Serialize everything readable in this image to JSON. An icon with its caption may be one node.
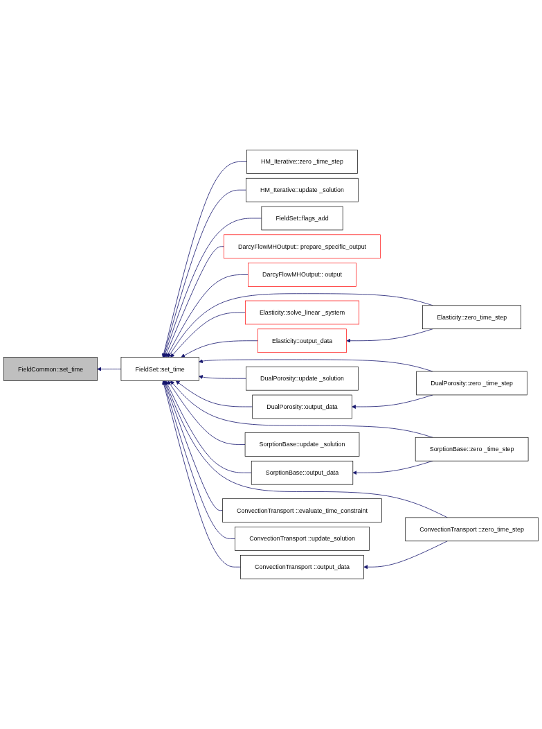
{
  "diagram": {
    "nodes": [
      {
        "text": [
          "FieldCommon::set_time"
        ]
      },
      {
        "text": [
          "FieldSet::set_time"
        ]
      },
      {
        "text": [
          "HM_Iterative::zero _time_step"
        ]
      },
      {
        "text": [
          "HM_Iterative::update _solution"
        ]
      },
      {
        "text": [
          "FieldSet::flags_add"
        ]
      },
      {
        "text": [
          "DarcyFlowMHOutput:: prepare_specific_output"
        ]
      },
      {
        "text": [
          "DarcyFlowMHOutput:: output"
        ]
      },
      {
        "text": [
          "Elasticity::solve_linear _system"
        ]
      },
      {
        "text": [
          "Elasticity::output_data"
        ]
      },
      {
        "text": [
          "Elasticity::zero_time_step"
        ]
      },
      {
        "text": [
          "DualPorosity::update _solution"
        ]
      },
      {
        "text": [
          "DualPorosity::output_data"
        ]
      },
      {
        "text": [
          "DualPorosity::zero _time_step"
        ]
      },
      {
        "text": [
          "SorptionBase::update _solution"
        ]
      },
      {
        "text": [
          "SorptionBase::output_data"
        ]
      },
      {
        "text": [
          "SorptionBase::zero _time_step"
        ]
      },
      {
        "text": [
          "ConvectionTransport ::evaluate_time_constraint"
        ]
      },
      {
        "text": [
          "ConvectionTransport ::update_solution"
        ]
      },
      {
        "text": [
          "ConvectionTransport ::output_data"
        ]
      },
      {
        "text": [
          "ConvectionTransport ::zero_time_step"
        ]
      }
    ],
    "edges": [
      {
        "from": 1,
        "to": 0,
        "arrow": "to"
      },
      {
        "from": 2,
        "to": 1,
        "arrow": "to"
      },
      {
        "from": 3,
        "to": 1,
        "arrow": "to"
      },
      {
        "from": 4,
        "to": 1,
        "arrow": "to"
      },
      {
        "from": 5,
        "to": 1,
        "arrow": "to"
      },
      {
        "from": 6,
        "to": 1,
        "arrow": "to"
      },
      {
        "from": 9,
        "to": 1,
        "arrow": "to"
      },
      {
        "from": 7,
        "to": 1,
        "arrow": "to"
      },
      {
        "from": 9,
        "to": 8,
        "arrow": "to"
      },
      {
        "from": 8,
        "to": 1,
        "arrow": "to"
      },
      {
        "from": 12,
        "to": 1,
        "arrow": "to"
      },
      {
        "from": 10,
        "to": 1,
        "arrow": "to"
      },
      {
        "from": 12,
        "to": 11,
        "arrow": "to"
      },
      {
        "from": 11,
        "to": 1,
        "arrow": "to"
      },
      {
        "from": 15,
        "to": 1,
        "arrow": "to"
      },
      {
        "from": 13,
        "to": 1,
        "arrow": "to"
      },
      {
        "from": 15,
        "to": 14,
        "arrow": "to"
      },
      {
        "from": 14,
        "to": 1,
        "arrow": "to"
      },
      {
        "from": 19,
        "to": 1,
        "arrow": "to"
      },
      {
        "from": 16,
        "to": 1,
        "arrow": "to"
      },
      {
        "from": 17,
        "to": 1,
        "arrow": "to"
      },
      {
        "from": 19,
        "to": 18,
        "arrow": "to"
      },
      {
        "from": 18,
        "to": 1,
        "arrow": "to"
      }
    ]
  }
}
